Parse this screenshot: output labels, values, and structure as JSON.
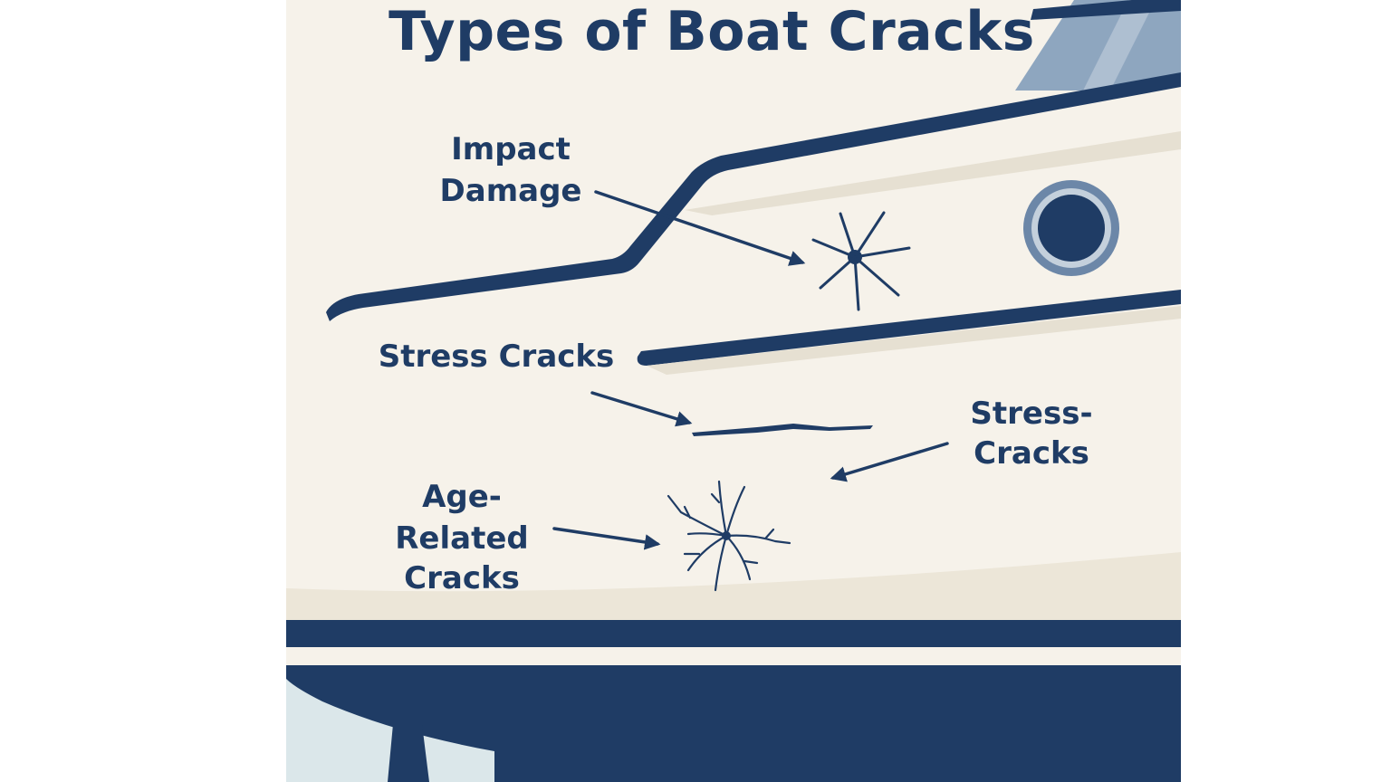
{
  "title": "Types of Boat Cracks",
  "colors": {
    "navy": "#1f3c65",
    "hull_cream": "#f6f2ea",
    "hull_shade": "#e6e0d2",
    "water": "#dbe7ea",
    "windshield": "#8ea6bf",
    "porthole_ring": "#6c87a8"
  },
  "labels": {
    "impact_damage": {
      "line1": "Impact",
      "line2": "Damage"
    },
    "stress_cracks_left": "Stress Cracks",
    "stress_cracks_right": {
      "line1": "Stress-",
      "line2": "Cracks"
    },
    "age_related": {
      "line1": "Age-",
      "line2": "Related",
      "line3": "Cracks"
    }
  },
  "icons": {
    "impact": "starburst-crack-icon",
    "stress": "hairline-crack-icon",
    "age": "spider-web-crack-icon",
    "porthole": "porthole-icon",
    "arrow": "arrow-icon"
  }
}
